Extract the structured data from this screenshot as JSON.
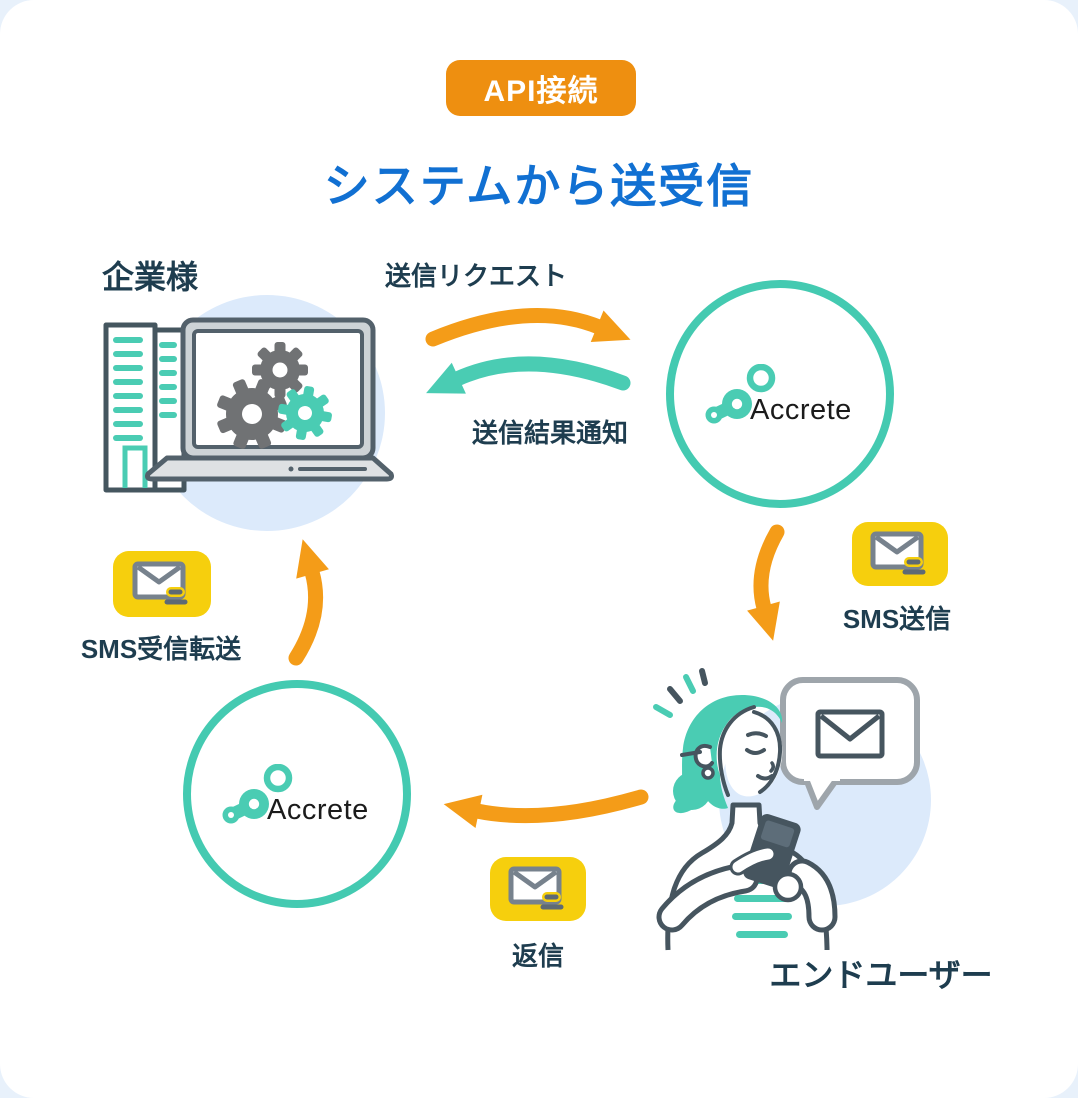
{
  "colors": {
    "page_bg": "#e8f1fb",
    "card_bg": "#ffffff",
    "badge_orange": "#ee8f10",
    "arrow_orange": "#f49c18",
    "teal": "#4accb3",
    "title_blue": "#1170d2",
    "label_navy": "#1e3d4f",
    "mail_yellow": "#f6cf0d",
    "light_blue_circle": "#dceafb"
  },
  "badge": {
    "label": "API接続"
  },
  "title": "システムから送受信",
  "nodes": {
    "company": {
      "label": "企業様"
    },
    "accrete_top": {
      "brand": "Accrete"
    },
    "accrete_bottom": {
      "brand": "Accrete"
    },
    "end_user": {
      "label": "エンドユーザー"
    }
  },
  "flows": {
    "send_request": {
      "label": "送信リクエスト"
    },
    "send_result": {
      "label": "送信結果通知"
    },
    "sms_send": {
      "label": "SMS送信"
    },
    "reply": {
      "label": "返信"
    },
    "sms_forward": {
      "label": "SMS受信転送"
    }
  }
}
